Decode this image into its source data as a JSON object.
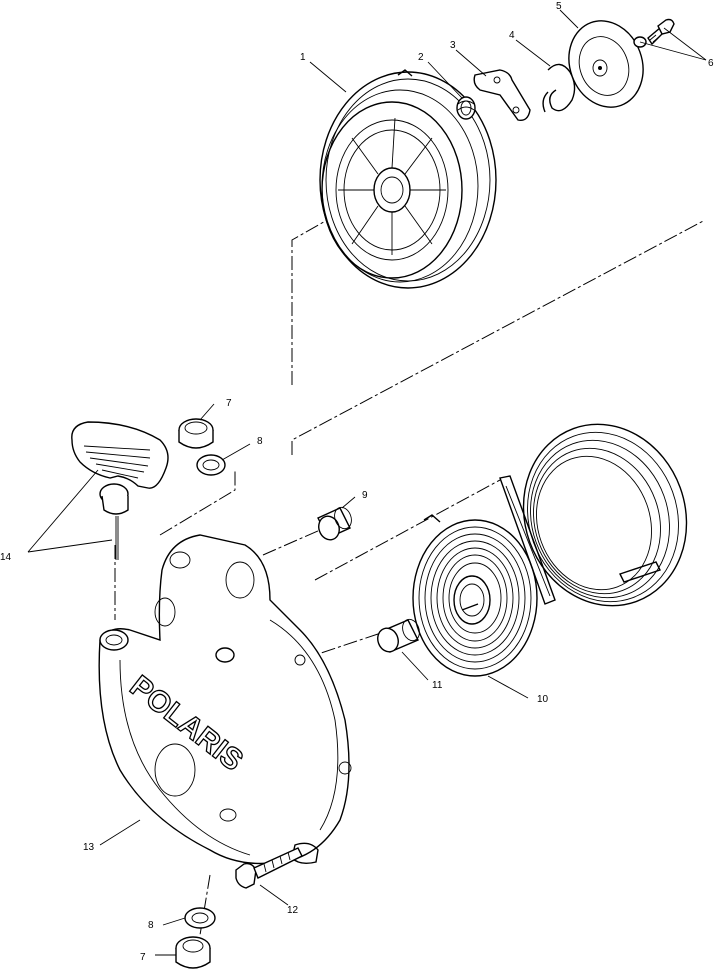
{
  "diagram": {
    "brand_text": "POLARIS",
    "callouts": [
      {
        "id": "c1",
        "text": "1"
      },
      {
        "id": "c2",
        "text": "2"
      },
      {
        "id": "c3",
        "text": "3"
      },
      {
        "id": "c4",
        "text": "4"
      },
      {
        "id": "c5",
        "text": "5"
      },
      {
        "id": "c6",
        "text": "6"
      },
      {
        "id": "c7a",
        "text": "7"
      },
      {
        "id": "c8a",
        "text": "8"
      },
      {
        "id": "c9",
        "text": "9"
      },
      {
        "id": "c10",
        "text": "10"
      },
      {
        "id": "c11",
        "text": "11"
      },
      {
        "id": "c12",
        "text": "12"
      },
      {
        "id": "c13",
        "text": "13"
      },
      {
        "id": "c14",
        "text": "14"
      },
      {
        "id": "c8b",
        "text": "8"
      },
      {
        "id": "c7b",
        "text": "7"
      }
    ]
  }
}
